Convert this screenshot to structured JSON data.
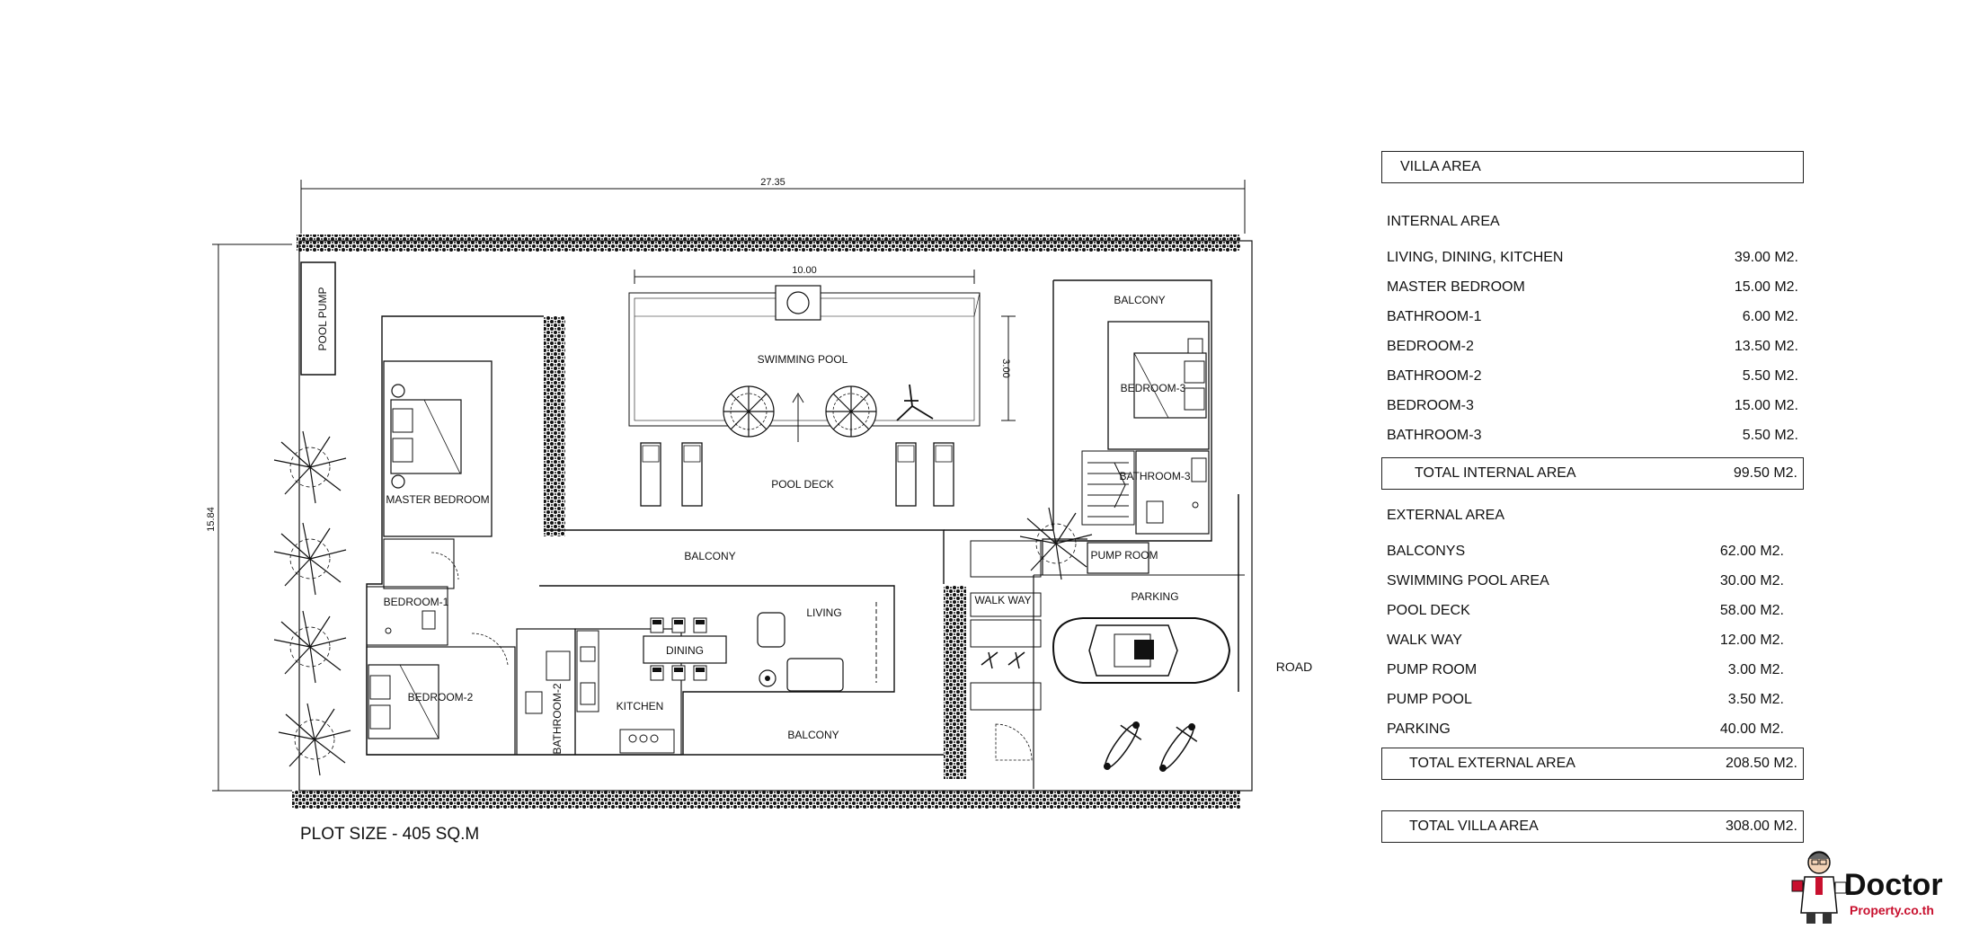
{
  "plan": {
    "dims": {
      "width": "27.35",
      "depth": "15.84",
      "pool_width": "10.00",
      "pool_depth": "3.00"
    },
    "labels": {
      "pool_pump": "POOL PUMP",
      "swimming_pool": "SWIMMING POOL",
      "pool_deck": "POOL DECK",
      "balcony_top": "BALCONY",
      "balcony_mid": "BALCONY",
      "balcony_bottom": "BALCONY",
      "master_bedroom": "MASTER BEDROOM",
      "bedroom_1": "BEDROOM-1",
      "bedroom_2": "BEDROOM-2",
      "bathroom_2": "BATHROOM-2",
      "dining": "DINING",
      "living": "LIVING",
      "kitchen": "KITCHEN",
      "bedroom_3": "BEDROOM-3",
      "bathroom_3": "BATHROOM-3",
      "pump_room": "PUMP ROOM",
      "parking": "PARKING",
      "walk_way": "WALK WAY",
      "road": "ROAD"
    },
    "plot_size": "PLOT SIZE - 405 SQ.M"
  },
  "area_table": {
    "villa_area": "VILLA AREA",
    "internal_heading": "INTERNAL AREA",
    "internal": [
      {
        "name": "LIVING, DINING, KITCHEN",
        "value": "39.00 M2."
      },
      {
        "name": "MASTER BEDROOM",
        "value": "15.00 M2."
      },
      {
        "name": "BATHROOM-1",
        "value": "6.00 M2."
      },
      {
        "name": "BEDROOM-2",
        "value": "13.50 M2."
      },
      {
        "name": "BATHROOM-2",
        "value": "5.50 M2."
      },
      {
        "name": "BEDROOM-3",
        "value": "15.00 M2."
      },
      {
        "name": "BATHROOM-3",
        "value": "5.50 M2."
      }
    ],
    "total_internal": {
      "name": "TOTAL INTERNAL AREA",
      "value": "99.50 M2."
    },
    "external_heading": "EXTERNAL AREA",
    "external": [
      {
        "name": "BALCONYS",
        "value": "62.00 M2."
      },
      {
        "name": "SWIMMING POOL AREA",
        "value": "30.00 M2."
      },
      {
        "name": "POOL DECK",
        "value": "58.00 M2."
      },
      {
        "name": "WALK WAY",
        "value": "12.00 M2."
      },
      {
        "name": "PUMP ROOM",
        "value": "3.00 M2."
      },
      {
        "name": "PUMP POOL",
        "value": "3.50 M2."
      },
      {
        "name": "PARKING",
        "value": "40.00 M2."
      }
    ],
    "total_external": {
      "name": "TOTAL EXTERNAL AREA",
      "value": "208.50 M2."
    },
    "total_villa": {
      "name": "TOTAL VILLA AREA",
      "value": "308.00 M2."
    }
  },
  "logo": {
    "line1": "Doctor",
    "line2": "Property.co.th"
  },
  "colors": {
    "ink": "#111111",
    "logo_red": "#c8102e"
  }
}
